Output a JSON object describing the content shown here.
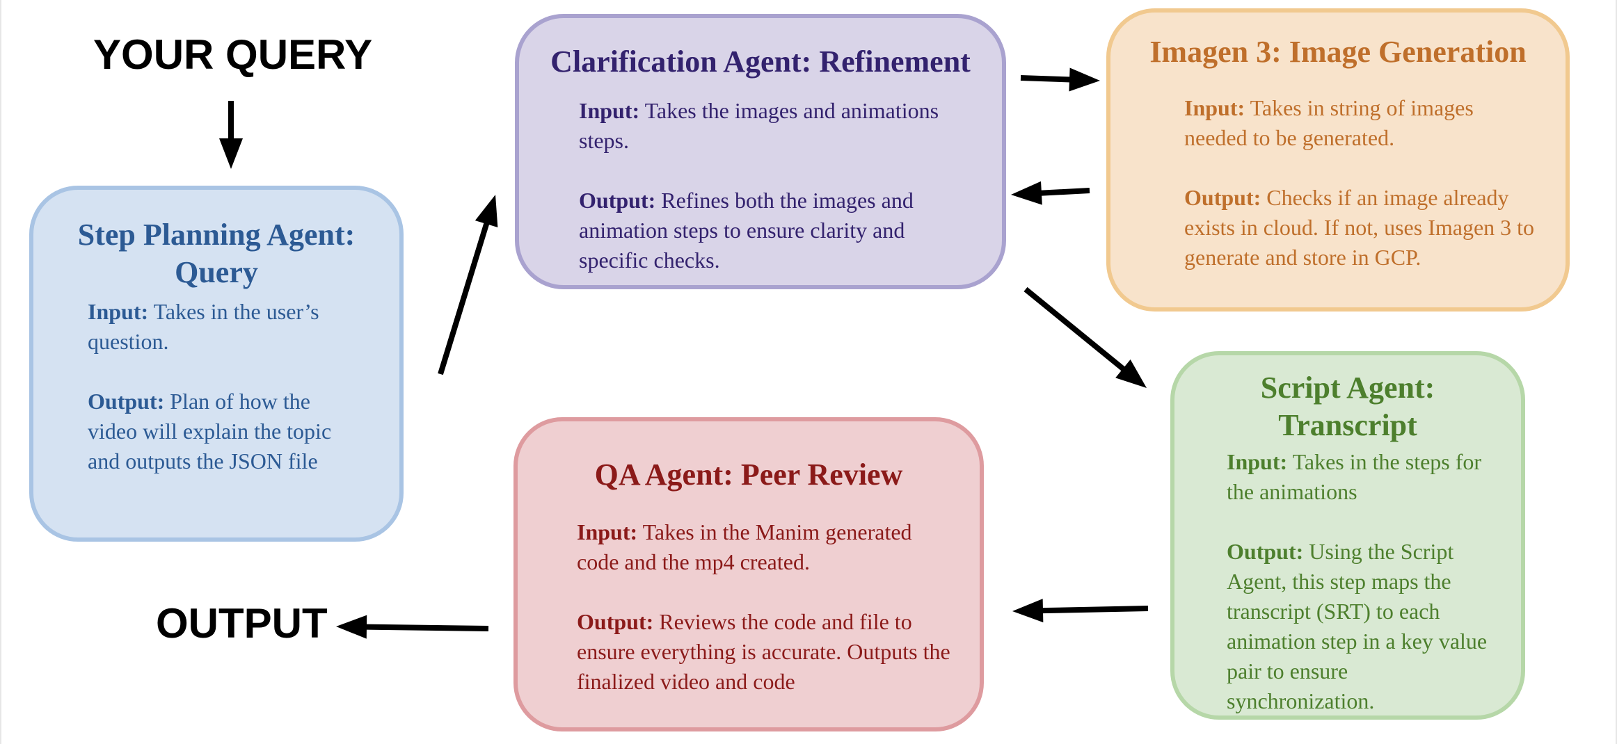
{
  "labels": {
    "your_query": "YOUR QUERY",
    "output": "OUTPUT"
  },
  "nodes": {
    "step_planning": {
      "title": "Step Planning Agent: Query",
      "input_label": "Input:",
      "input_text": "Takes in the user’s question.",
      "output_label": "Output:",
      "output_text": "Plan of how the video will explain the topic and outputs the JSON file",
      "fill": "#d5e2f2",
      "stroke": "#a9c4e4",
      "text_color": "#2c5a94"
    },
    "clarification": {
      "title": "Clarification Agent: Refinement",
      "input_label": "Input:",
      "input_text": "Takes the images and animations steps.",
      "output_label": "Output:",
      "output_text": "Refines both the images and animation steps to ensure clarity and specific checks.",
      "fill": "#d9d4e8",
      "stroke": "#a9a2cf",
      "text_color": "#33226e"
    },
    "imagen": {
      "title": "Imagen 3: Image Generation",
      "input_label": "Input:",
      "input_text": "Takes in string of images needed to be generated.",
      "output_label": "Output:",
      "output_text": "Checks if an image already exists in cloud. If not, uses Imagen 3 to generate and store in GCP.",
      "fill": "#f8e3cb",
      "stroke": "#f1c98f",
      "text_color": "#bf6f2b"
    },
    "script": {
      "title": "Script Agent: Transcript",
      "input_label": "Input:",
      "input_text": "Takes in the steps for the animations",
      "output_label": "Output:",
      "output_text": "Using the Script Agent, this step maps the transcript (SRT) to each animation step in a key value pair to ensure synchronization.",
      "fill": "#d9e9d3",
      "stroke": "#b6d7a8",
      "text_color": "#4d7f2d"
    },
    "qa": {
      "title": "QA Agent: Peer Review",
      "input_label": "Input:",
      "input_text": "Takes in the Manim generated code and the mp4 created.",
      "output_label": "Output:",
      "output_text": "Reviews the code and file to ensure everything is accurate. Outputs the finalized video and code",
      "fill": "#efcfd1",
      "stroke": "#de9b9f",
      "text_color": "#8b1a19"
    }
  },
  "edges": [
    {
      "from": "your_query",
      "to": "step_planning"
    },
    {
      "from": "step_planning",
      "to": "clarification"
    },
    {
      "from": "clarification",
      "to": "imagen"
    },
    {
      "from": "imagen",
      "to": "clarification"
    },
    {
      "from": "clarification",
      "to": "script"
    },
    {
      "from": "script",
      "to": "qa"
    },
    {
      "from": "qa",
      "to": "output"
    }
  ],
  "colors": {
    "arrow": "#000000",
    "background": "#ffffff"
  }
}
